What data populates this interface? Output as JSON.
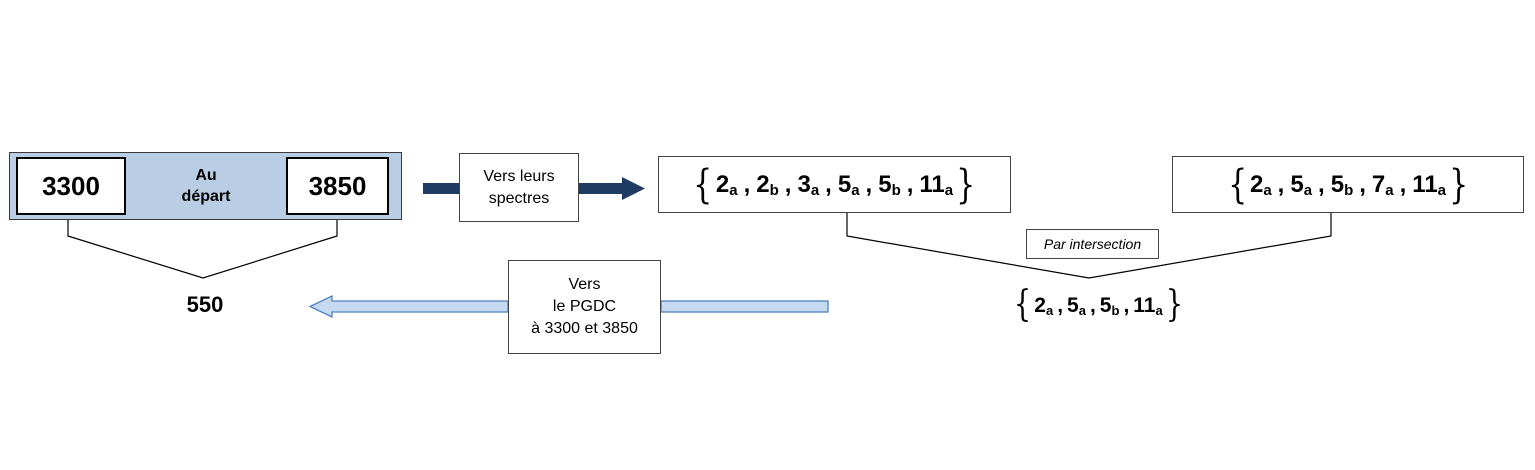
{
  "start": {
    "number_a": "3300",
    "label": "Au départ",
    "number_b": "3850"
  },
  "arrow_to_spectra": {
    "label": "Vers leurs spectres"
  },
  "set_a": [
    "2a",
    "2b",
    "3a",
    "5a",
    "5b",
    "11a"
  ],
  "set_b": [
    "2a",
    "5a",
    "5b",
    "7a",
    "11a"
  ],
  "intersection": {
    "label": "Par intersection"
  },
  "set_result": [
    "2a",
    "5a",
    "5b",
    "11a"
  ],
  "arrow_to_gcd": {
    "label": "Vers le PGDC à 3300 et 3850"
  },
  "result_gcd": "550",
  "colors": {
    "start_panel_fill": "#b9cde5",
    "dark_arrow": "#1f3b63",
    "light_arrow_fill": "#c5d9f1",
    "light_arrow_stroke": "#4f81bd"
  }
}
